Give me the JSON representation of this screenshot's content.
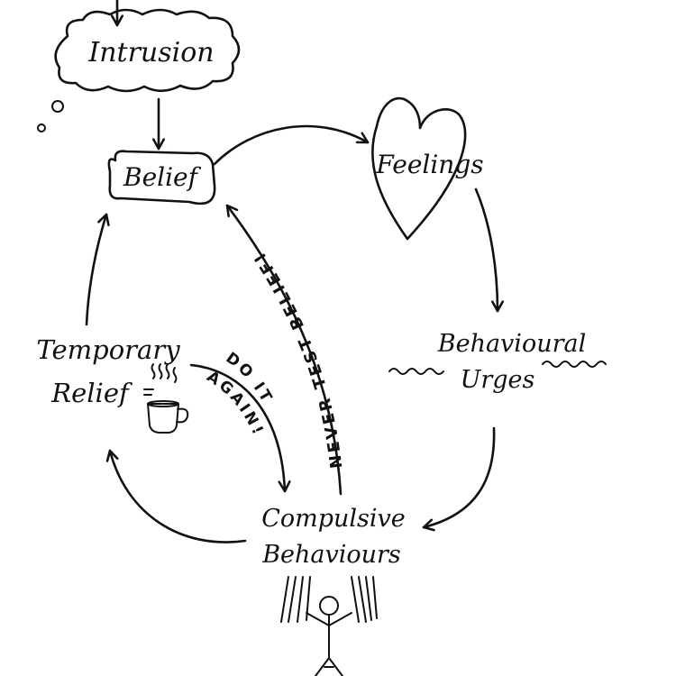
{
  "nodes": {
    "intrusion": "Intrusion",
    "belief": "Belief",
    "feelings": "Feelings",
    "behavioural_urges_line1": "Behavioural",
    "behavioural_urges_line2": "Urges",
    "compulsive_line1": "Compulsive",
    "compulsive_line2": "Behaviours",
    "temporary_relief_line1": "Temporary",
    "temporary_relief_line2": "Relief"
  },
  "annotations": {
    "never_test_belief": "NEVER TEST BELIEF!",
    "do_it_again_line1": "DO IT",
    "do_it_again_line2": "AGAIN!"
  },
  "icons": [
    "thought-cloud-icon",
    "heart-icon",
    "coffee-cup-icon",
    "stick-figure-icon"
  ]
}
